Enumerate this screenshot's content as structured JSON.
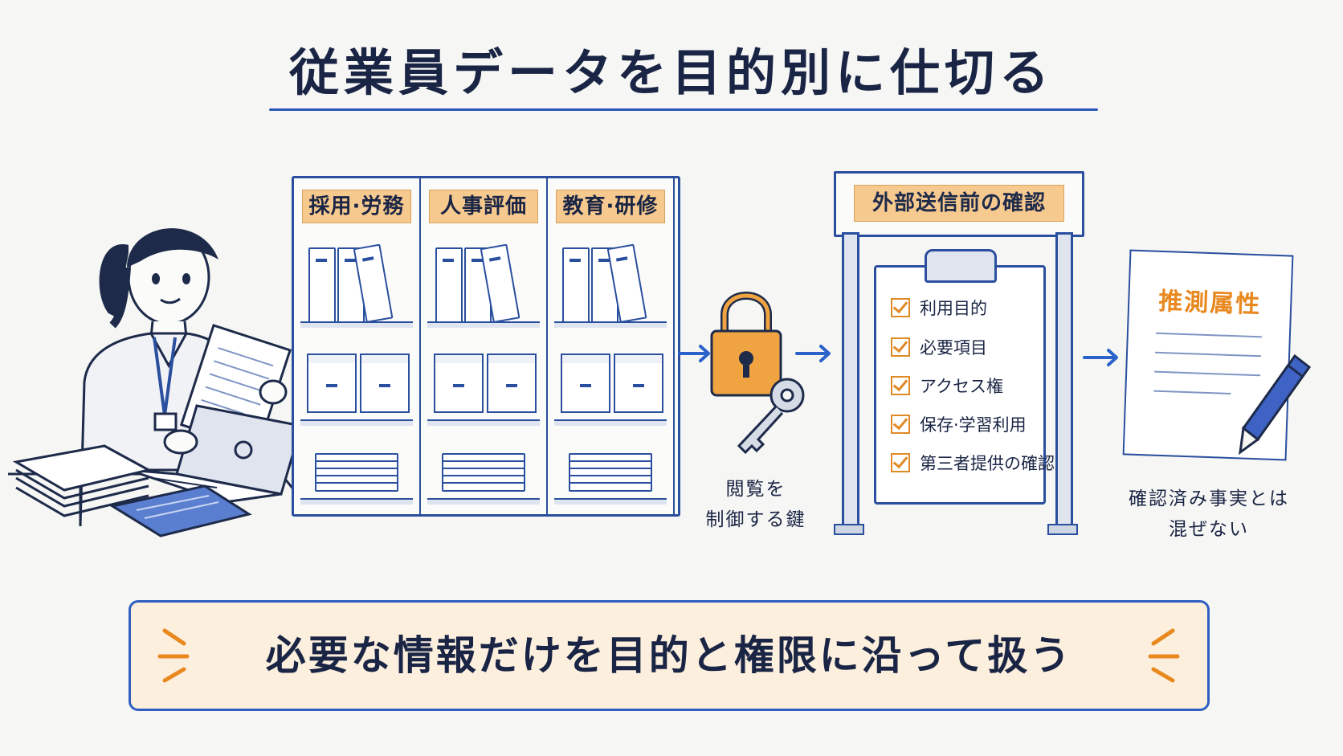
{
  "title": "従業員データを目的別に仕切る",
  "cabinet": {
    "labels": [
      "採用·労務",
      "人事評価",
      "教育·研修"
    ]
  },
  "lock": {
    "caption_line1": "閲覧を",
    "caption_line2": "制御する鍵"
  },
  "check_frame": {
    "label": "外部送信前の確認",
    "items": [
      "利用目的",
      "必要項目",
      "アクセス権",
      "保存·学習利用",
      "第三者提供の確認"
    ]
  },
  "inference_doc": {
    "title": "推測属性",
    "caption_line1": "確認済み事実とは",
    "caption_line2": "混ぜない"
  },
  "banner": {
    "text": "必要な情報だけを目的と権限に沿って扱う"
  },
  "colors": {
    "navy": "#1a2545",
    "blue": "#2a4f9e",
    "accent_blue": "#2a62c9",
    "orange": "#e8881f",
    "label_bg": "#f6c98e",
    "banner_bg": "#fcefdd"
  }
}
